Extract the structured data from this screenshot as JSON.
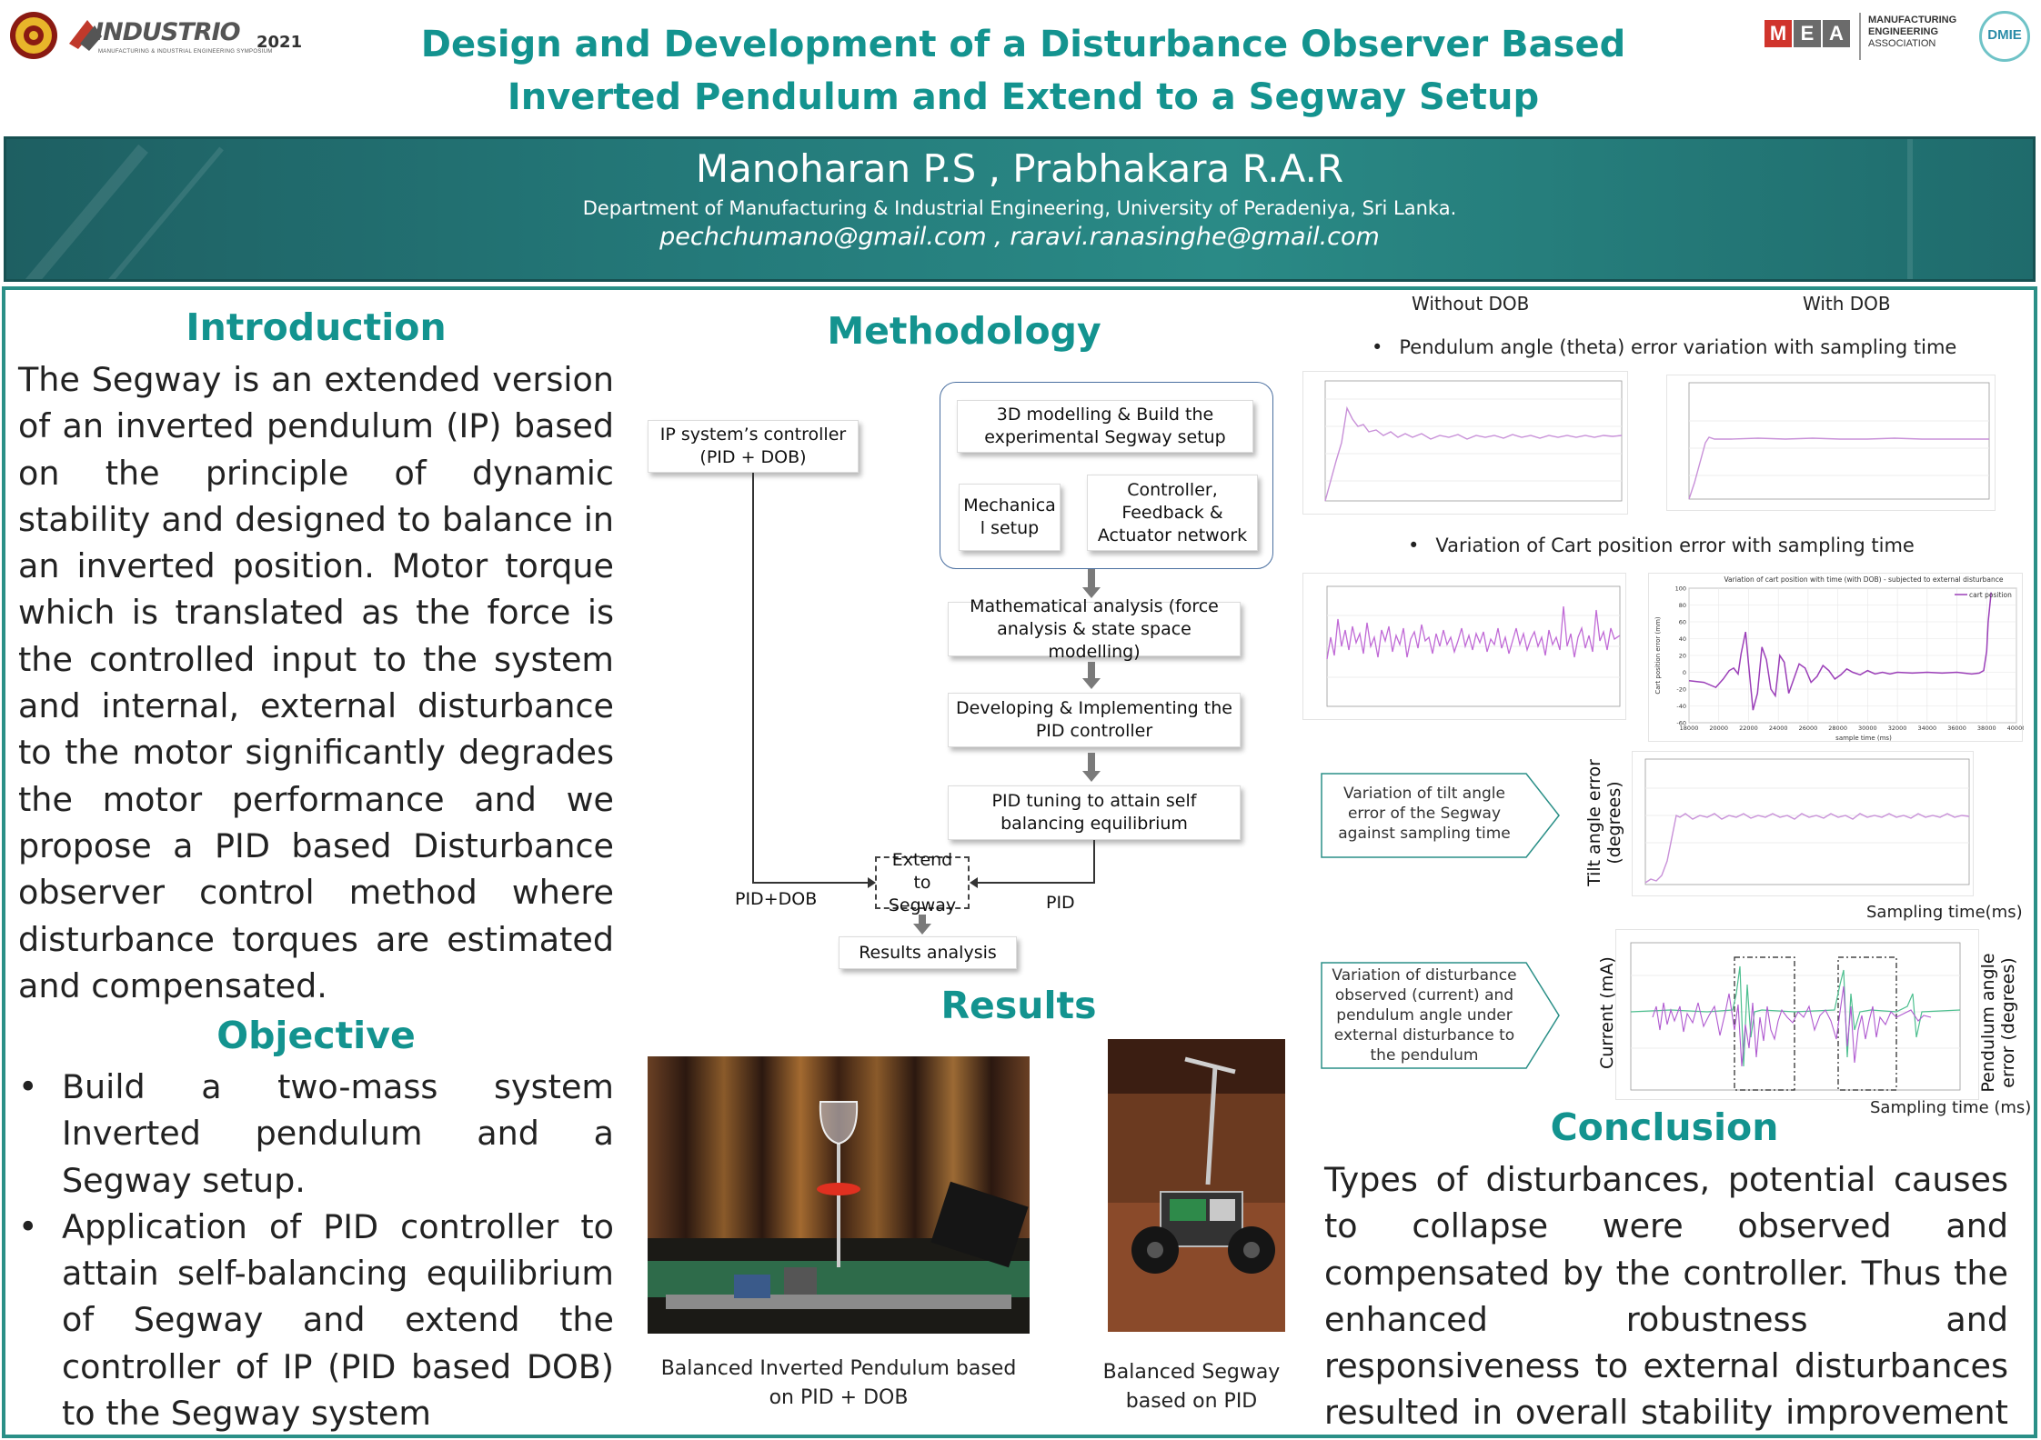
{
  "header": {
    "title_line1": "Design and Development of a Disturbance Observer Based",
    "title_line2": "Inverted Pendulum and Extend to a Segway Setup",
    "authors": "Manoharan P.S , Prabhakara R.A.R",
    "department": "Department of Manufacturing & Industrial Engineering, University of Peradeniya, Sri Lanka.",
    "emails": "pechchumano@gmail.com    , raravi.ranasinghe@gmail.com",
    "logo_industrio": "INDUSTRIO",
    "logo_industrio_year": "2021",
    "logo_industrio_sub": "MANUFACTURING & INDUSTRIAL ENGINEERING SYMPOSIUM",
    "logo_mea_letters": [
      "M",
      "E",
      "A"
    ],
    "logo_mea_text": [
      "MANUFACTURING",
      "ENGINEERING",
      "ASSOCIATION"
    ],
    "logo_dmie": "DMIE",
    "colors": {
      "teal": "#13938f",
      "band": "#247a7a",
      "mea_red": "#d0342c"
    }
  },
  "introduction": {
    "heading": "Introduction",
    "body": "The Segway is an extended version of an inverted pendulum (IP) based on the principle of dynamic stability and designed to balance in an inverted position. Motor torque which is translated as the force is the controlled input to the system and internal, external disturbance to the motor significantly degrades the motor performance and we propose a PID based Disturbance observer control method where disturbance torques are estimated and compensated."
  },
  "objective": {
    "heading": "Objective",
    "items": [
      "Build a two-mass system Inverted pendulum and a Segway setup.",
      "Application of PID controller to attain self-balancing equilibrium of Segway and extend the controller of IP  (PID based DOB) to the Segway system"
    ]
  },
  "methodology": {
    "heading": "Methodology",
    "boxes": {
      "ip_controller": "IP system’s controller (PID + DOB)",
      "modelling": "3D modelling & Build the experimental Segway setup",
      "mechanical": "Mechanica l setup",
      "controller_network": "Controller, Feedback & Actuator network",
      "math_analysis": "Mathematical analysis (force analysis & state space modelling)",
      "pid_impl": "Developing & Implementing the PID controller",
      "pid_tuning": "PID tuning to attain self balancing equilibrium",
      "extend": "Extend to Segway",
      "results_analysis": "Results  analysis"
    },
    "label_pid_dob": "PID+DOB",
    "label_pid": "PID"
  },
  "results": {
    "heading": "Results",
    "photo1_caption": "Balanced Inverted Pendulum based on PID + DOB",
    "photo2_caption": "Balanced Segway based on PID"
  },
  "charts": {
    "without_dob": "Without DOB",
    "with_dob": "With DOB",
    "bullet1": "Pendulum angle (theta) error variation with sampling time",
    "bullet2": "Variation of Cart position error with sampling time",
    "callout1": "Variation of tilt angle error of the Segway against sampling time",
    "callout2": "Variation of disturbance observed (current) and pendulum angle under external disturbance to the pendulum",
    "tilt_ylabel": "Tilt angle error (degrees)",
    "tilt_xlabel": "Sampling time(ms)",
    "dist_ylabel_left": "Current (mA)",
    "dist_ylabel_right": "Pendulum angle error (degrees)",
    "dist_xlabel": "Sampling time (ms)",
    "cart_dob_title": "Variation of cart position with time (with DOB) - subjected to external disturbance",
    "cart_dob_legend": "cart position",
    "cart_dob_ylabel": "Cart position error (mm)",
    "cart_dob_xlabel": "sample time (ms)"
  },
  "chart_data": [
    {
      "type": "line",
      "title": "Variation of cart position with time (with DOB) - subjected to external disturbance",
      "xlabel": "sample time (ms)",
      "ylabel": "Cart position error (mm)",
      "xlim": [
        18000,
        40000
      ],
      "ylim": [
        -60,
        100
      ],
      "xticks": [
        18000,
        20000,
        22000,
        24000,
        26000,
        28000,
        30000,
        32000,
        34000,
        36000,
        38000,
        40000
      ],
      "yticks": [
        -60,
        -40,
        -20,
        0,
        20,
        40,
        60,
        80,
        100
      ],
      "series": [
        {
          "name": "cart position",
          "color": "#9b3fb8",
          "x": [
            18000,
            19000,
            19800,
            20300,
            20700,
            21000,
            21300,
            21500,
            21800,
            22000,
            22300,
            22600,
            22900,
            23200,
            23500,
            23800,
            24100,
            24400,
            24700,
            25000,
            25400,
            25800,
            26200,
            26600,
            27000,
            27400,
            27800,
            28200,
            28600,
            29000,
            29500,
            30000,
            30500,
            31000,
            31500,
            32000,
            33000,
            34000,
            35000,
            36000,
            37000,
            37500,
            37800,
            38000,
            38100,
            38300
          ],
          "y": [
            -10,
            -12,
            -18,
            -8,
            2,
            5,
            -2,
            22,
            48,
            10,
            -45,
            -25,
            30,
            15,
            -20,
            -28,
            20,
            12,
            -25,
            -10,
            10,
            5,
            -12,
            -5,
            8,
            2,
            -8,
            -3,
            4,
            0,
            -3,
            2,
            -2,
            0,
            -2,
            0,
            -1,
            0,
            -1,
            0,
            -2,
            -1,
            2,
            25,
            60,
            95
          ]
        }
      ]
    }
  ]
}
